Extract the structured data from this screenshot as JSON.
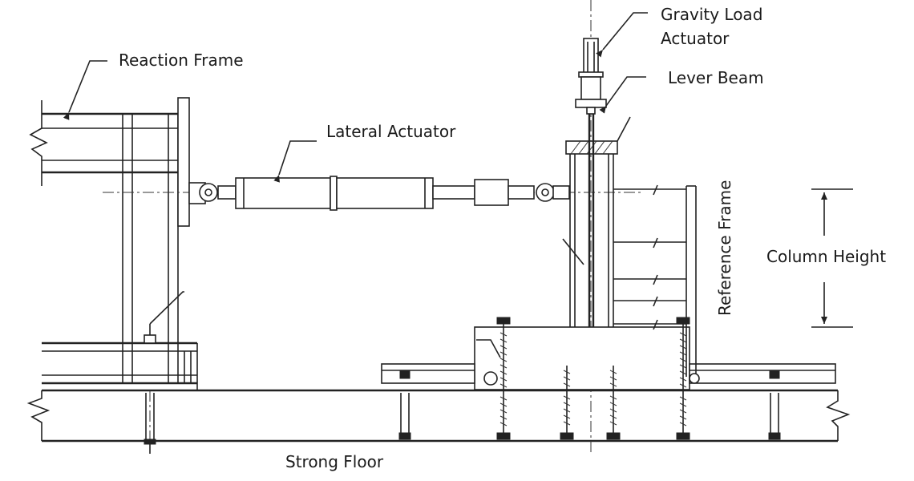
{
  "labels": {
    "gravity_actuator_line1": "Gravity Load",
    "gravity_actuator_line2": "Actuator",
    "reaction_frame": "Reaction Frame",
    "lever_beam": "Lever Beam",
    "lateral_actuator": "Lateral Actuator",
    "reference_frame": "Reference Frame",
    "column_height": "Column Height",
    "strong_floor": "Strong Floor"
  }
}
